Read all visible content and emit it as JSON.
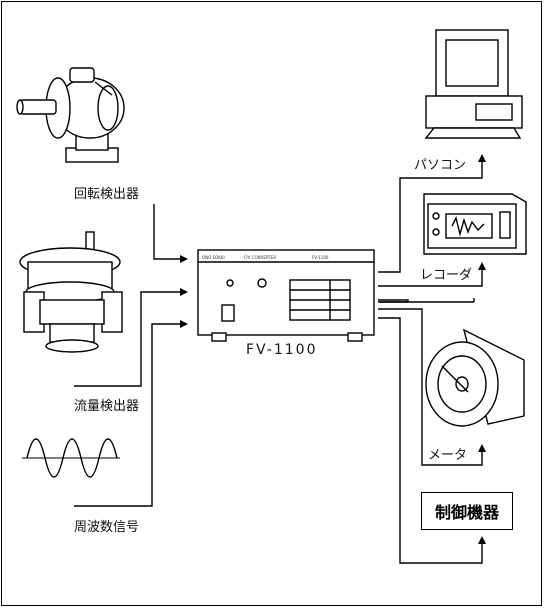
{
  "labels": {
    "rotation_detector": "回転検出器",
    "flow_detector": "流量検出器",
    "frequency_signal": "周波数信号",
    "pc": "パソコン",
    "recorder": "レコーダ",
    "meter": "メータ",
    "control_device": "制御機器",
    "model_name": "FV-1100"
  },
  "colors": {
    "line": "#000000",
    "background": "#ffffff"
  }
}
